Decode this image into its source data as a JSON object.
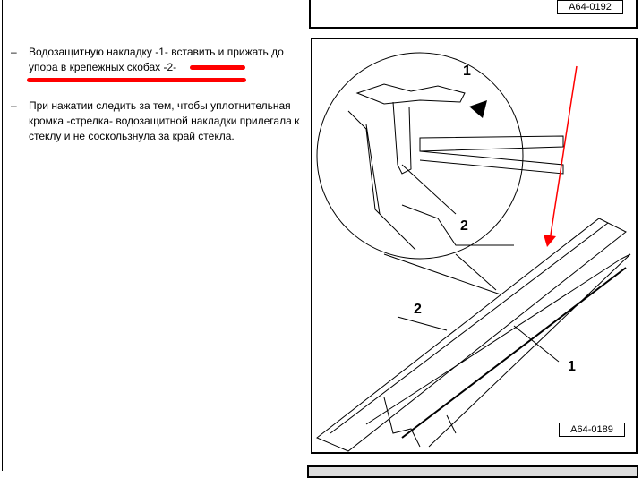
{
  "figures": {
    "top_label": "A64-0192",
    "main_label": "A64-0189",
    "callouts": [
      "1",
      "2",
      "2",
      "1"
    ]
  },
  "instructions": [
    {
      "bullet": "–",
      "text": "Водозащитную накладку -1- вставить и прижать до упора в крепежных скобах -2-"
    },
    {
      "bullet": "–",
      "text": "При нажатии следить за тем, чтобы уплотнительная кромка -стрелка- водозащитной накладки прилегала к стеклу и не соскользнула за край стекла."
    }
  ],
  "colors": {
    "annotation": "#ff0000"
  }
}
